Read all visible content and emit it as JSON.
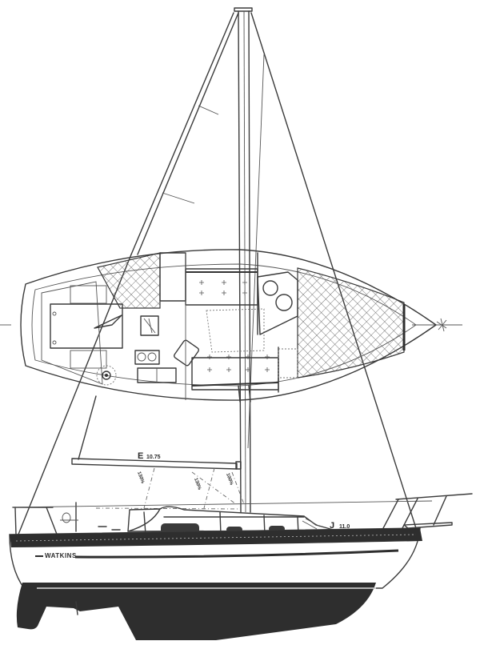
{
  "drawing": {
    "type": "sailboat sail plan and accommodation plan",
    "builder_name": "WATKINS",
    "dimensions": {
      "E": {
        "letter": "E",
        "value": "10.75"
      },
      "J": {
        "letter": "J",
        "value": "11.0"
      }
    },
    "sail_percentages": [
      "130%",
      "130%",
      "100%"
    ],
    "colors": {
      "line": "#3a3a3a",
      "hull_bottom": "#2e2e2e",
      "background": "#ffffff"
    }
  }
}
